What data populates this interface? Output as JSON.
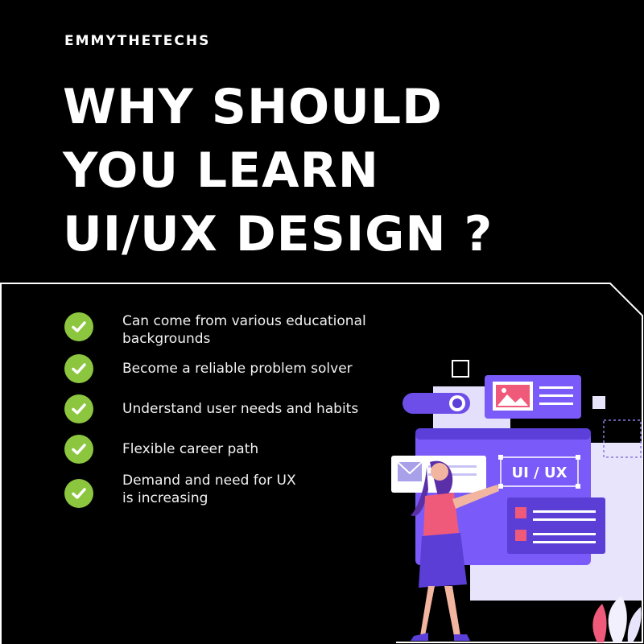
{
  "brand": "EMMYTHETECHS",
  "headline": {
    "line1": "WHY SHOULD",
    "line2": "YOU LEARN",
    "line3": "UI/UX DESIGN ?"
  },
  "benefits": [
    {
      "line1": "Can come from various educational",
      "line2": "backgrounds"
    },
    {
      "line1": "Become a reliable problem solver",
      "line2": ""
    },
    {
      "line1": "Understand user needs and habits",
      "line2": ""
    },
    {
      "line1": "Flexible career path",
      "line2": ""
    },
    {
      "line1": "Demand and need for UX",
      "line2": "is increasing"
    }
  ],
  "illustration": {
    "screen_label": "UI / UX",
    "icons": [
      "check-icon",
      "image-icon",
      "toggle-icon",
      "leaf-icon"
    ]
  },
  "colors": {
    "background": "#000000",
    "text": "#ffffff",
    "check": "#8cc63f",
    "purple": "#7a5af8",
    "lavender": "#e7e4fb",
    "pink": "#ef5a7a"
  }
}
